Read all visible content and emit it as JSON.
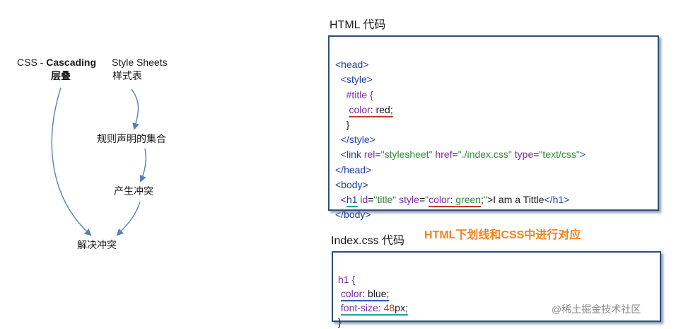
{
  "diagram": {
    "css_prefix": "CSS - ",
    "cascading": "Cascading",
    "cascading_cn": "层叠",
    "style_sheets": "Style Sheets",
    "style_sheets_cn": "样式表",
    "node_rules": "规则声明的集合",
    "node_conflict": "产生冲突",
    "node_resolve": "解决冲突"
  },
  "html_panel": {
    "title": "HTML 代码",
    "lines": {
      "l1": "<head>",
      "l2": "<style>",
      "l3": "#title {",
      "l4_prop": "color",
      "l4_rest": ": red;",
      "l5": "}",
      "l6": "</style>",
      "l7_open": "<link ",
      "l7_rel": "rel",
      "l7_eq1": "=",
      "l7_relv": "\"stylesheet\"",
      "l7_href": " href",
      "l7_eq2": "=",
      "l7_hrefv": "\"./index.css\"",
      "l7_type": " type",
      "l7_eq3": "=",
      "l7_typev": "\"text/css\"",
      "l7_close": ">",
      "l8": "</head>",
      "l9": "<body>",
      "l10_lt": "<",
      "l10_h1": "h1",
      "l10_id": " id",
      "l10_eq1": "=",
      "l10_idv": "\"title\"",
      "l10_style": " style",
      "l10_eq2": "=",
      "l10_q1": "\"",
      "l10_cssprop": "color",
      "l10_colon": ": ",
      "l10_cssval": "green",
      "l10_semi": ";",
      "l10_q2": "\"",
      "l10_text": ">I am a Tittle",
      "l10_close": "</h1>",
      "l11": "</body>"
    }
  },
  "css_panel": {
    "title": "Index.css 代码",
    "note": "HTML下划线和CSS中进行对应",
    "lines": {
      "l1": "h1 {",
      "l2_prop": "color",
      "l2_rest": ": blue;",
      "l3_prop": "font-size",
      "l3_colon": ": ",
      "l3_num": "48",
      "l3_unit": "px;",
      "l4": "}"
    }
  },
  "watermark": "@稀土掘金技术社区",
  "colors": {
    "border": "#2e4d7a",
    "arrow": "#5b7fb5",
    "underline_red": "#c0392b",
    "underline_teal": "#1aa39c",
    "underline_blue": "#2b59c3",
    "note": "#f0831e"
  }
}
